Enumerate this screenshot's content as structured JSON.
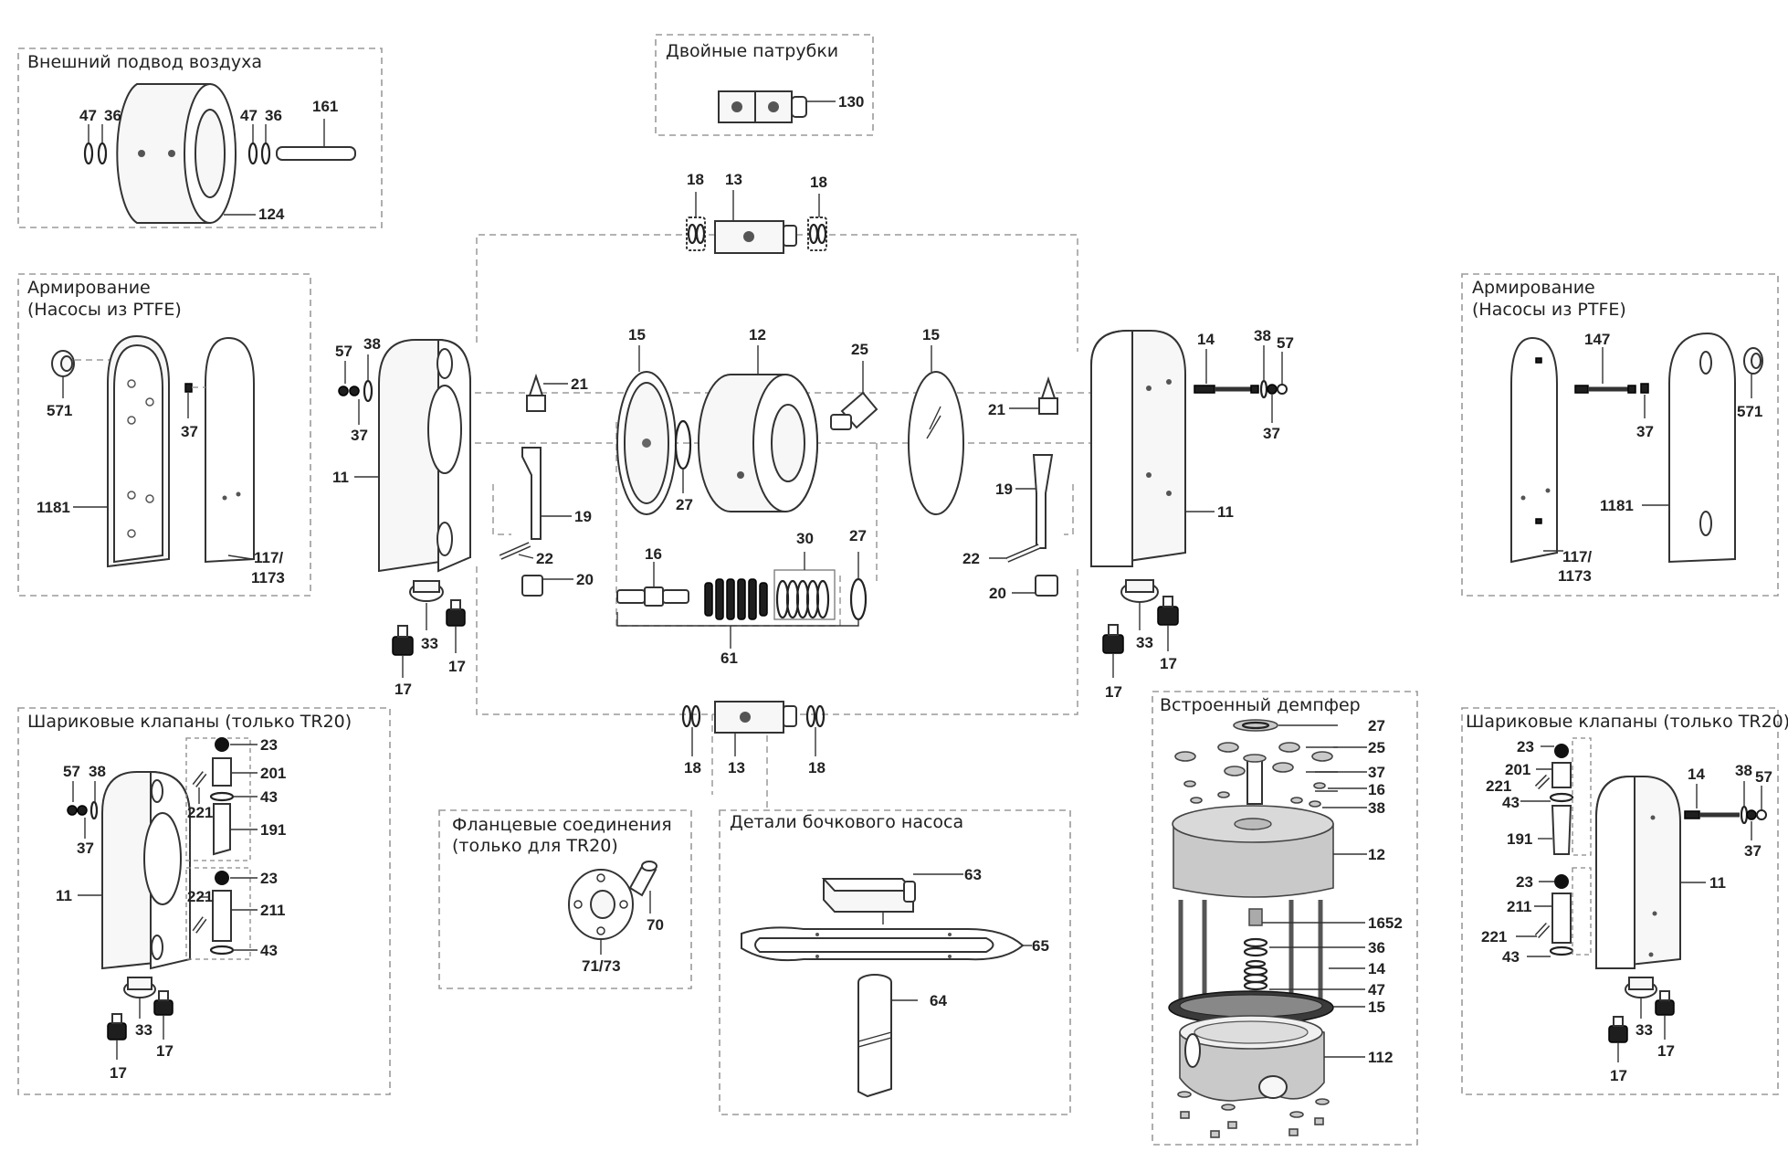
{
  "titles": {
    "external_air": "Внешний подвод воздуха",
    "double_ports": "Двойные патрубки",
    "reinforcement_left_1": "Армирование",
    "reinforcement_left_2": "(Насосы из PTFE)",
    "reinforcement_right_1": "Армирование",
    "reinforcement_right_2": "(Насосы из PTFE)",
    "ball_valves_left": "Шариковые клапаны (только TR20)",
    "ball_valves_right": "Шариковые клапаны (только TR20)",
    "flange_1": "Фланцевые соединения",
    "flange_2": "(только для TR20)",
    "drum_pump": "Детали бочкового насоса",
    "damper": "Встроенный демпфер"
  },
  "labels": {
    "ea": [
      "47",
      "36",
      "47",
      "36",
      "161",
      "124"
    ],
    "dp": [
      "130"
    ],
    "top_ports": [
      "18",
      "13",
      "18"
    ],
    "bottom_ports": [
      "18",
      "13",
      "18"
    ],
    "left_housing": [
      "57",
      "38",
      "37",
      "11",
      "21",
      "22",
      "19",
      "20",
      "33",
      "17",
      "17"
    ],
    "center": [
      "15",
      "12",
      "25",
      "15",
      "27",
      "16",
      "30",
      "27",
      "61"
    ],
    "right_housing": [
      "14",
      "38",
      "57",
      "37",
      "21",
      "19",
      "22",
      "11",
      "20",
      "33",
      "17",
      "17"
    ],
    "rl": [
      "571",
      "37",
      "1181",
      "117/",
      "1173"
    ],
    "rr": [
      "147",
      "571",
      "37",
      "1181",
      "117/",
      "1173"
    ],
    "bvl": [
      "57",
      "38",
      "37",
      "11",
      "23",
      "201",
      "43",
      "221",
      "191",
      "23",
      "221",
      "211",
      "43",
      "33",
      "17",
      "17"
    ],
    "bvr": [
      "23",
      "201",
      "221",
      "43",
      "191",
      "23",
      "211",
      "221",
      "43",
      "14",
      "38",
      "57",
      "37",
      "11",
      "33",
      "17",
      "17"
    ],
    "fl": [
      "70",
      "71/73"
    ],
    "dr": [
      "63",
      "65",
      "64"
    ],
    "dm": [
      "27",
      "25",
      "37",
      "16",
      "38",
      "12",
      "1652",
      "36",
      "14",
      "47",
      "15",
      "112"
    ]
  }
}
